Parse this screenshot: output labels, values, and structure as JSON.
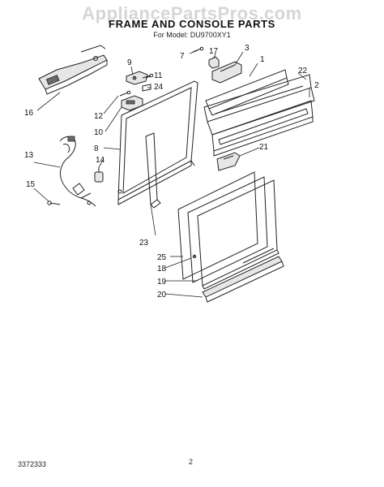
{
  "watermark": "AppliancePartsPros.com",
  "title": "FRAME AND CONSOLE PARTS",
  "subtitle": "For Model: DU9700XY1",
  "document_number": "3372333",
  "page_number": "2",
  "callouts": {
    "c1": "1",
    "c2": "2",
    "c3": "3",
    "c7": "7",
    "c8": "8",
    "c9": "9",
    "c10": "10",
    "c11": "11",
    "c12": "12",
    "c13": "13",
    "c14": "14",
    "c15": "15",
    "c16": "16",
    "c17": "17",
    "c18": "18",
    "c19": "19",
    "c20": "20",
    "c21": "21",
    "c22": "22",
    "c23": "23",
    "c24": "24",
    "c25": "25"
  }
}
